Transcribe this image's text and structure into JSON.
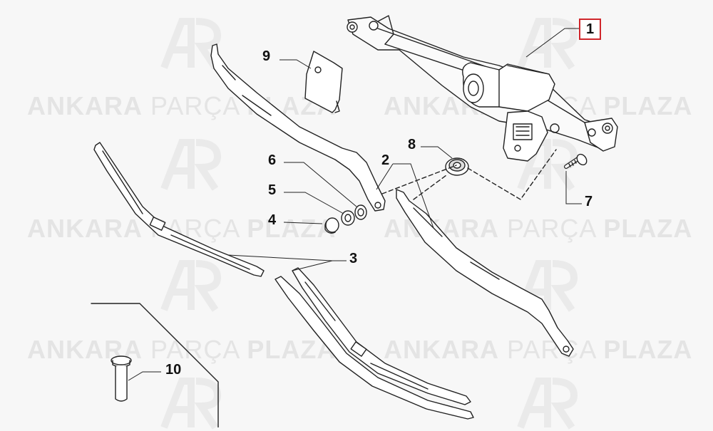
{
  "watermark": {
    "brand_bold_1": "ANKARA",
    "brand_thin": "PARÇA",
    "brand_bold_2": "PLAZA",
    "color": "#e4e4e4"
  },
  "callouts": [
    {
      "id": "1",
      "label": "1",
      "highlighted": true
    },
    {
      "id": "2",
      "label": "2"
    },
    {
      "id": "3",
      "label": "3"
    },
    {
      "id": "4",
      "label": "4"
    },
    {
      "id": "5",
      "label": "5"
    },
    {
      "id": "6",
      "label": "6"
    },
    {
      "id": "7",
      "label": "7"
    },
    {
      "id": "8",
      "label": "8"
    },
    {
      "id": "9",
      "label": "9"
    },
    {
      "id": "10",
      "label": "10"
    }
  ],
  "colors": {
    "line": "#222222",
    "highlight_border": "#d0262b",
    "background": "#f7f7f7"
  }
}
